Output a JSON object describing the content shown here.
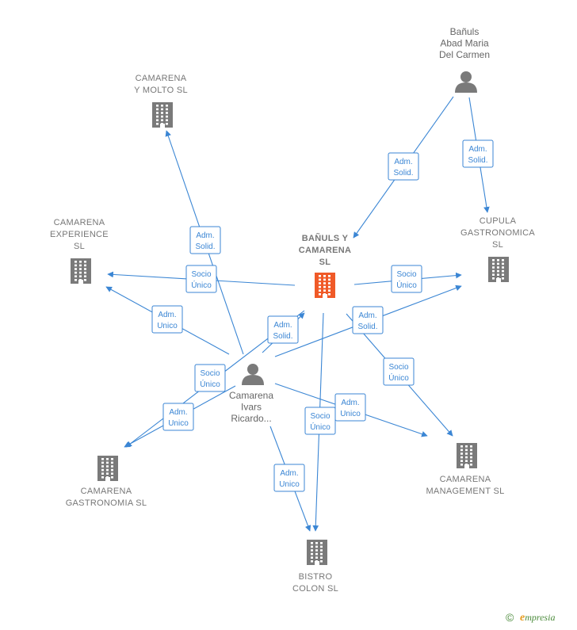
{
  "colors": {
    "edge": "#3b86d4",
    "node": "#7a7a7a",
    "center": "#f05a28",
    "label": "#777777"
  },
  "nodes": [
    {
      "id": "banuls_camarena",
      "type": "company",
      "center": true,
      "lines": [
        "BAÑULS Y",
        "CAMARENA",
        "SL"
      ]
    },
    {
      "id": "banuls_abad",
      "type": "person",
      "lines": [
        "Bañuls",
        "Abad Maria",
        "Del Carmen"
      ]
    },
    {
      "id": "camarena_molto",
      "type": "company",
      "lines": [
        "CAMARENA",
        "Y MOLTO SL"
      ]
    },
    {
      "id": "camarena_experience",
      "type": "company",
      "lines": [
        "CAMARENA",
        "EXPERIENCE",
        "SL"
      ]
    },
    {
      "id": "cupula",
      "type": "company",
      "lines": [
        "CUPULA",
        "GASTRONOMICA",
        "SL"
      ]
    },
    {
      "id": "camarena_ivars",
      "type": "person",
      "lines": [
        "Camarena",
        "Ivars",
        "Ricardo..."
      ]
    },
    {
      "id": "camarena_gastronomia",
      "type": "company",
      "lines": [
        "CAMARENA",
        "GASTRONOMIA SL"
      ]
    },
    {
      "id": "camarena_management",
      "type": "company",
      "lines": [
        "CAMARENA",
        "MANAGEMENT SL"
      ]
    },
    {
      "id": "bistro_colon",
      "type": "company",
      "lines": [
        "BISTRO",
        "COLON  SL"
      ]
    }
  ],
  "edges": [
    {
      "from": "banuls_abad",
      "to": "banuls_camarena",
      "label": [
        "Adm.",
        "Solid."
      ]
    },
    {
      "from": "banuls_abad",
      "to": "cupula",
      "label": [
        "Adm.",
        "Solid."
      ]
    },
    {
      "from": "camarena_ivars",
      "to": "camarena_molto",
      "label": [
        "Adm.",
        "Solid."
      ]
    },
    {
      "from": "banuls_camarena",
      "to": "camarena_experience",
      "label": [
        "Socio",
        "Único"
      ]
    },
    {
      "from": "camarena_ivars",
      "to": "camarena_experience",
      "label": [
        "Adm.",
        "Unico"
      ]
    },
    {
      "from": "banuls_camarena",
      "to": "cupula",
      "label": [
        "Socio",
        "Único"
      ]
    },
    {
      "from": "camarena_ivars",
      "to": "banuls_camarena",
      "label": [
        "Adm.",
        "Solid."
      ]
    },
    {
      "from": "camarena_ivars",
      "to": "cupula",
      "label": [
        "Adm.",
        "Solid."
      ]
    },
    {
      "from": "banuls_camarena",
      "to": "camarena_management",
      "label": [
        "Socio",
        "Único"
      ]
    },
    {
      "from": "banuls_camarena",
      "to": "camarena_gastronomia",
      "label": [
        "Socio",
        "Único"
      ]
    },
    {
      "from": "camarena_ivars",
      "to": "camarena_gastronomia",
      "label": [
        "Adm.",
        "Unico"
      ]
    },
    {
      "from": "camarena_ivars",
      "to": "camarena_management",
      "label": [
        "Adm.",
        "Unico"
      ]
    },
    {
      "from": "banuls_camarena",
      "to": "bistro_colon",
      "label": [
        "Socio",
        "Único"
      ]
    },
    {
      "from": "camarena_ivars",
      "to": "bistro_colon",
      "label": [
        "Adm.",
        "Unico"
      ]
    }
  ],
  "footer": {
    "copyright": "©",
    "brand_initial": "e",
    "brand_rest": "mpresia"
  }
}
